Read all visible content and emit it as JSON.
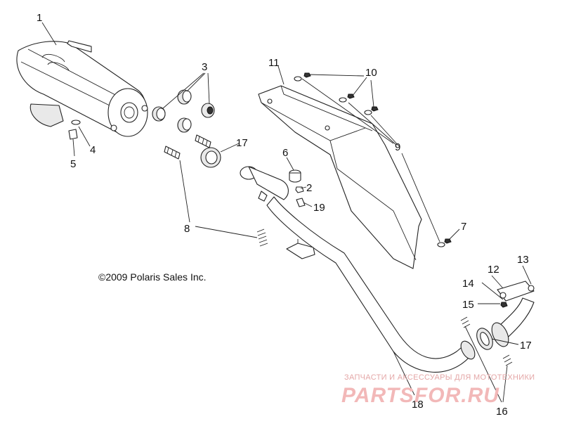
{
  "copyright": "©2009 Polaris Sales Inc.",
  "watermark": {
    "subtitle": "ЗАПЧАСТИ И АКСЕССУАРЫ ДЛЯ МОТОТЕХНИКИ",
    "brand": "PARTSFOR.RU"
  },
  "callouts": {
    "c1": "1",
    "c2": "2",
    "c3": "3",
    "c4": "4",
    "c5": "5",
    "c6": "6",
    "c7": "7",
    "c8": "8",
    "c9": "9",
    "c10": "10",
    "c11": "11",
    "c12": "12",
    "c13": "13",
    "c14": "14",
    "c15": "15",
    "c16": "16",
    "c17a": "17",
    "c17b": "17",
    "c18": "18",
    "c19": "19"
  }
}
